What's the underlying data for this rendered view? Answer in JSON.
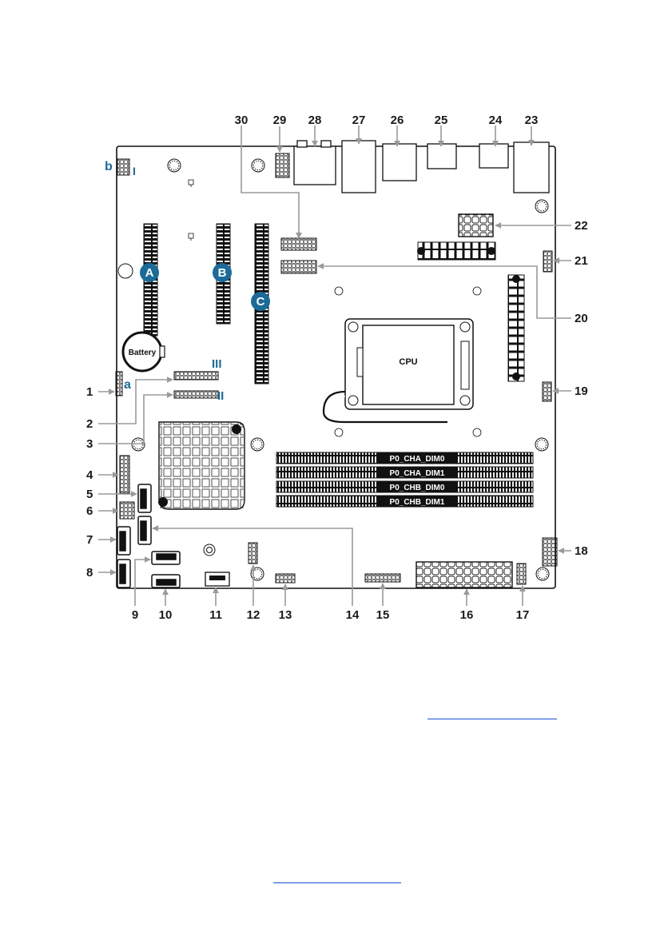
{
  "callouts": {
    "n1": "1",
    "n2": "2",
    "n3": "3",
    "n4": "4",
    "n5": "5",
    "n6": "6",
    "n7": "7",
    "n8": "8",
    "n9": "9",
    "n10": "10",
    "n11": "11",
    "n12": "12",
    "n13": "13",
    "n14": "14",
    "n15": "15",
    "n16": "16",
    "n17": "17",
    "n18": "18",
    "n19": "19",
    "n20": "20",
    "n21": "21",
    "n22": "22",
    "n23": "23",
    "n24": "24",
    "n25": "25",
    "n26": "26",
    "n27": "27",
    "n28": "28",
    "n29": "29",
    "n30": "30"
  },
  "slots": {
    "a": "A",
    "b": "B",
    "c": "C"
  },
  "side_labels": {
    "a": "a",
    "b": "b",
    "i": "I",
    "ii": "II",
    "iii": "III"
  },
  "dimms": [
    "P0_CHA_DIM0",
    "P0_CHA_DIM1",
    "P0_CHB_DIM0",
    "P0_CHB_DIM1"
  ],
  "cpu_label": "CPU",
  "battery_label": "Battery",
  "colors": {
    "callout_arrow": "#9a9a9a",
    "slot_badge": "#1a6b9a",
    "link": "#1a4fd6"
  }
}
